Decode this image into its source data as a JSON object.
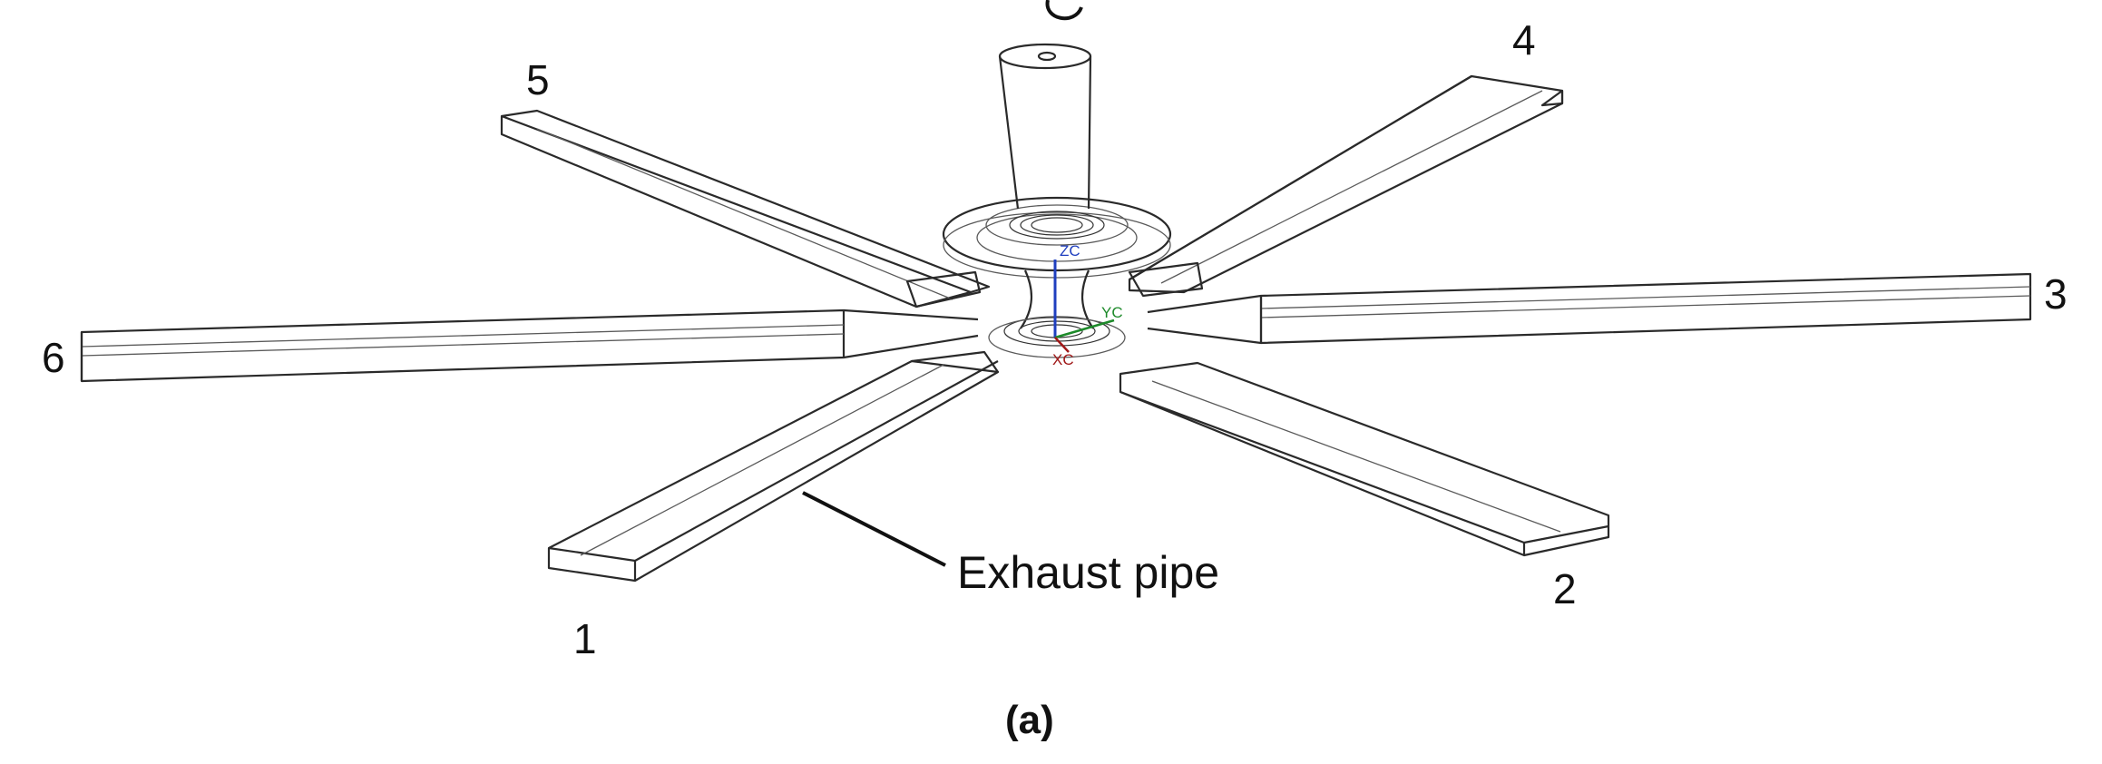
{
  "figure": {
    "arm_labels": [
      "1",
      "2",
      "3",
      "4",
      "5",
      "6"
    ],
    "callout_label": "Exhaust pipe",
    "caption": "(a)",
    "axis_labels": {
      "z": "ZC",
      "y": "YC",
      "x": "XC"
    },
    "colors": {
      "line": "#2a2a2a",
      "z_axis": "#1f3fbf",
      "y_axis": "#1d8a2a",
      "x_axis": "#a01818"
    }
  }
}
